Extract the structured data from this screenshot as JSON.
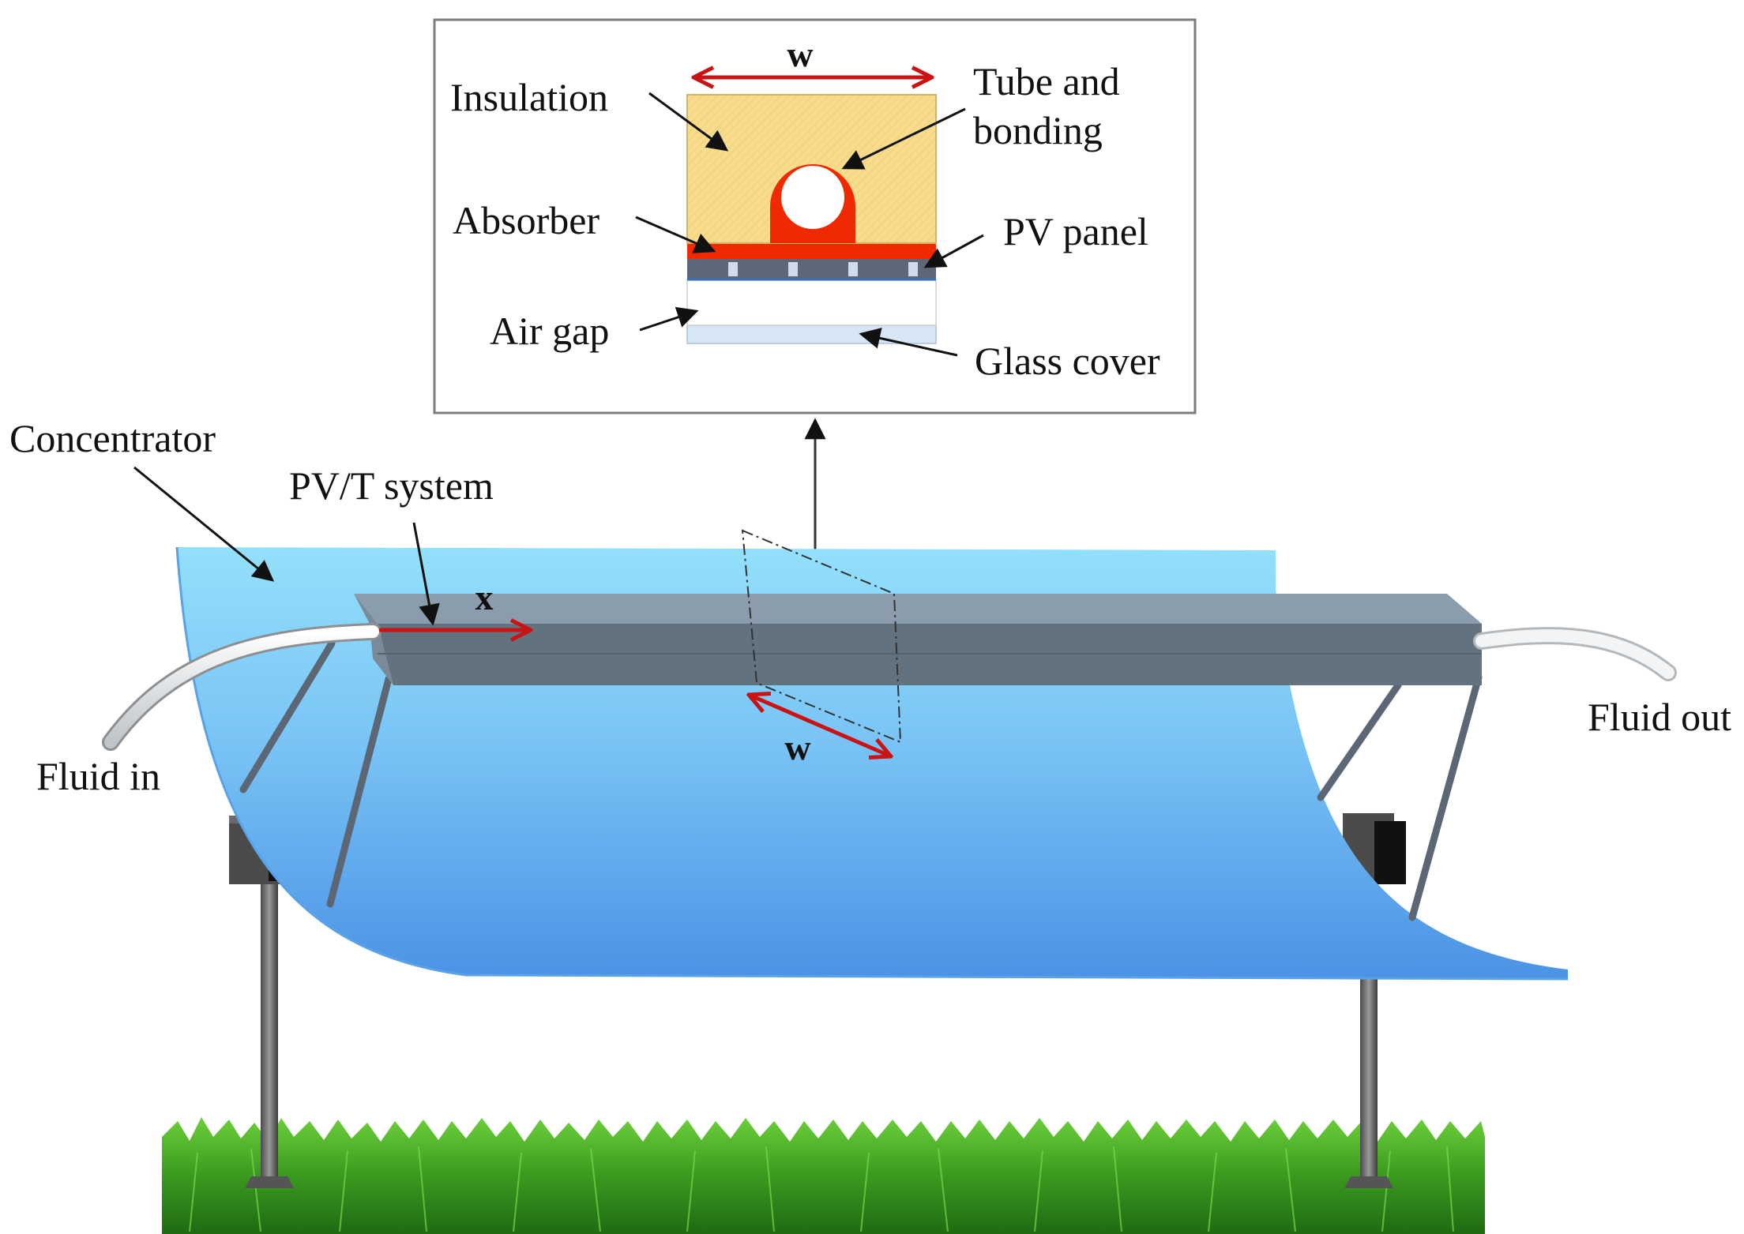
{
  "labels": {
    "inset_width": "w",
    "insulation": "Insulation",
    "tube_and_bonding_line1": "Tube and",
    "tube_and_bonding_line2": "bonding",
    "absorber": "Absorber",
    "pv_panel": "PV panel",
    "air_gap": "Air gap",
    "glass_cover": "Glass cover",
    "concentrator": "Concentrator",
    "pvt_system": "PV/T system",
    "x_axis": "x",
    "section_width": "w",
    "fluid_in": "Fluid in",
    "fluid_out": "Fluid out"
  },
  "colors": {
    "insulation": "#f7dc8c",
    "absorber": "#f02a00",
    "pv_cell": "#5d6778",
    "glass_cover": "#d6e6f5",
    "concentrator_top": "#8fdcf8",
    "concentrator_bottom": "#4a93e6",
    "pvt_bar_top": "#8b9cad",
    "pvt_bar_side": "#5f6f80",
    "dimension_arrow": "#c81414",
    "grass": "#3c9a20"
  }
}
